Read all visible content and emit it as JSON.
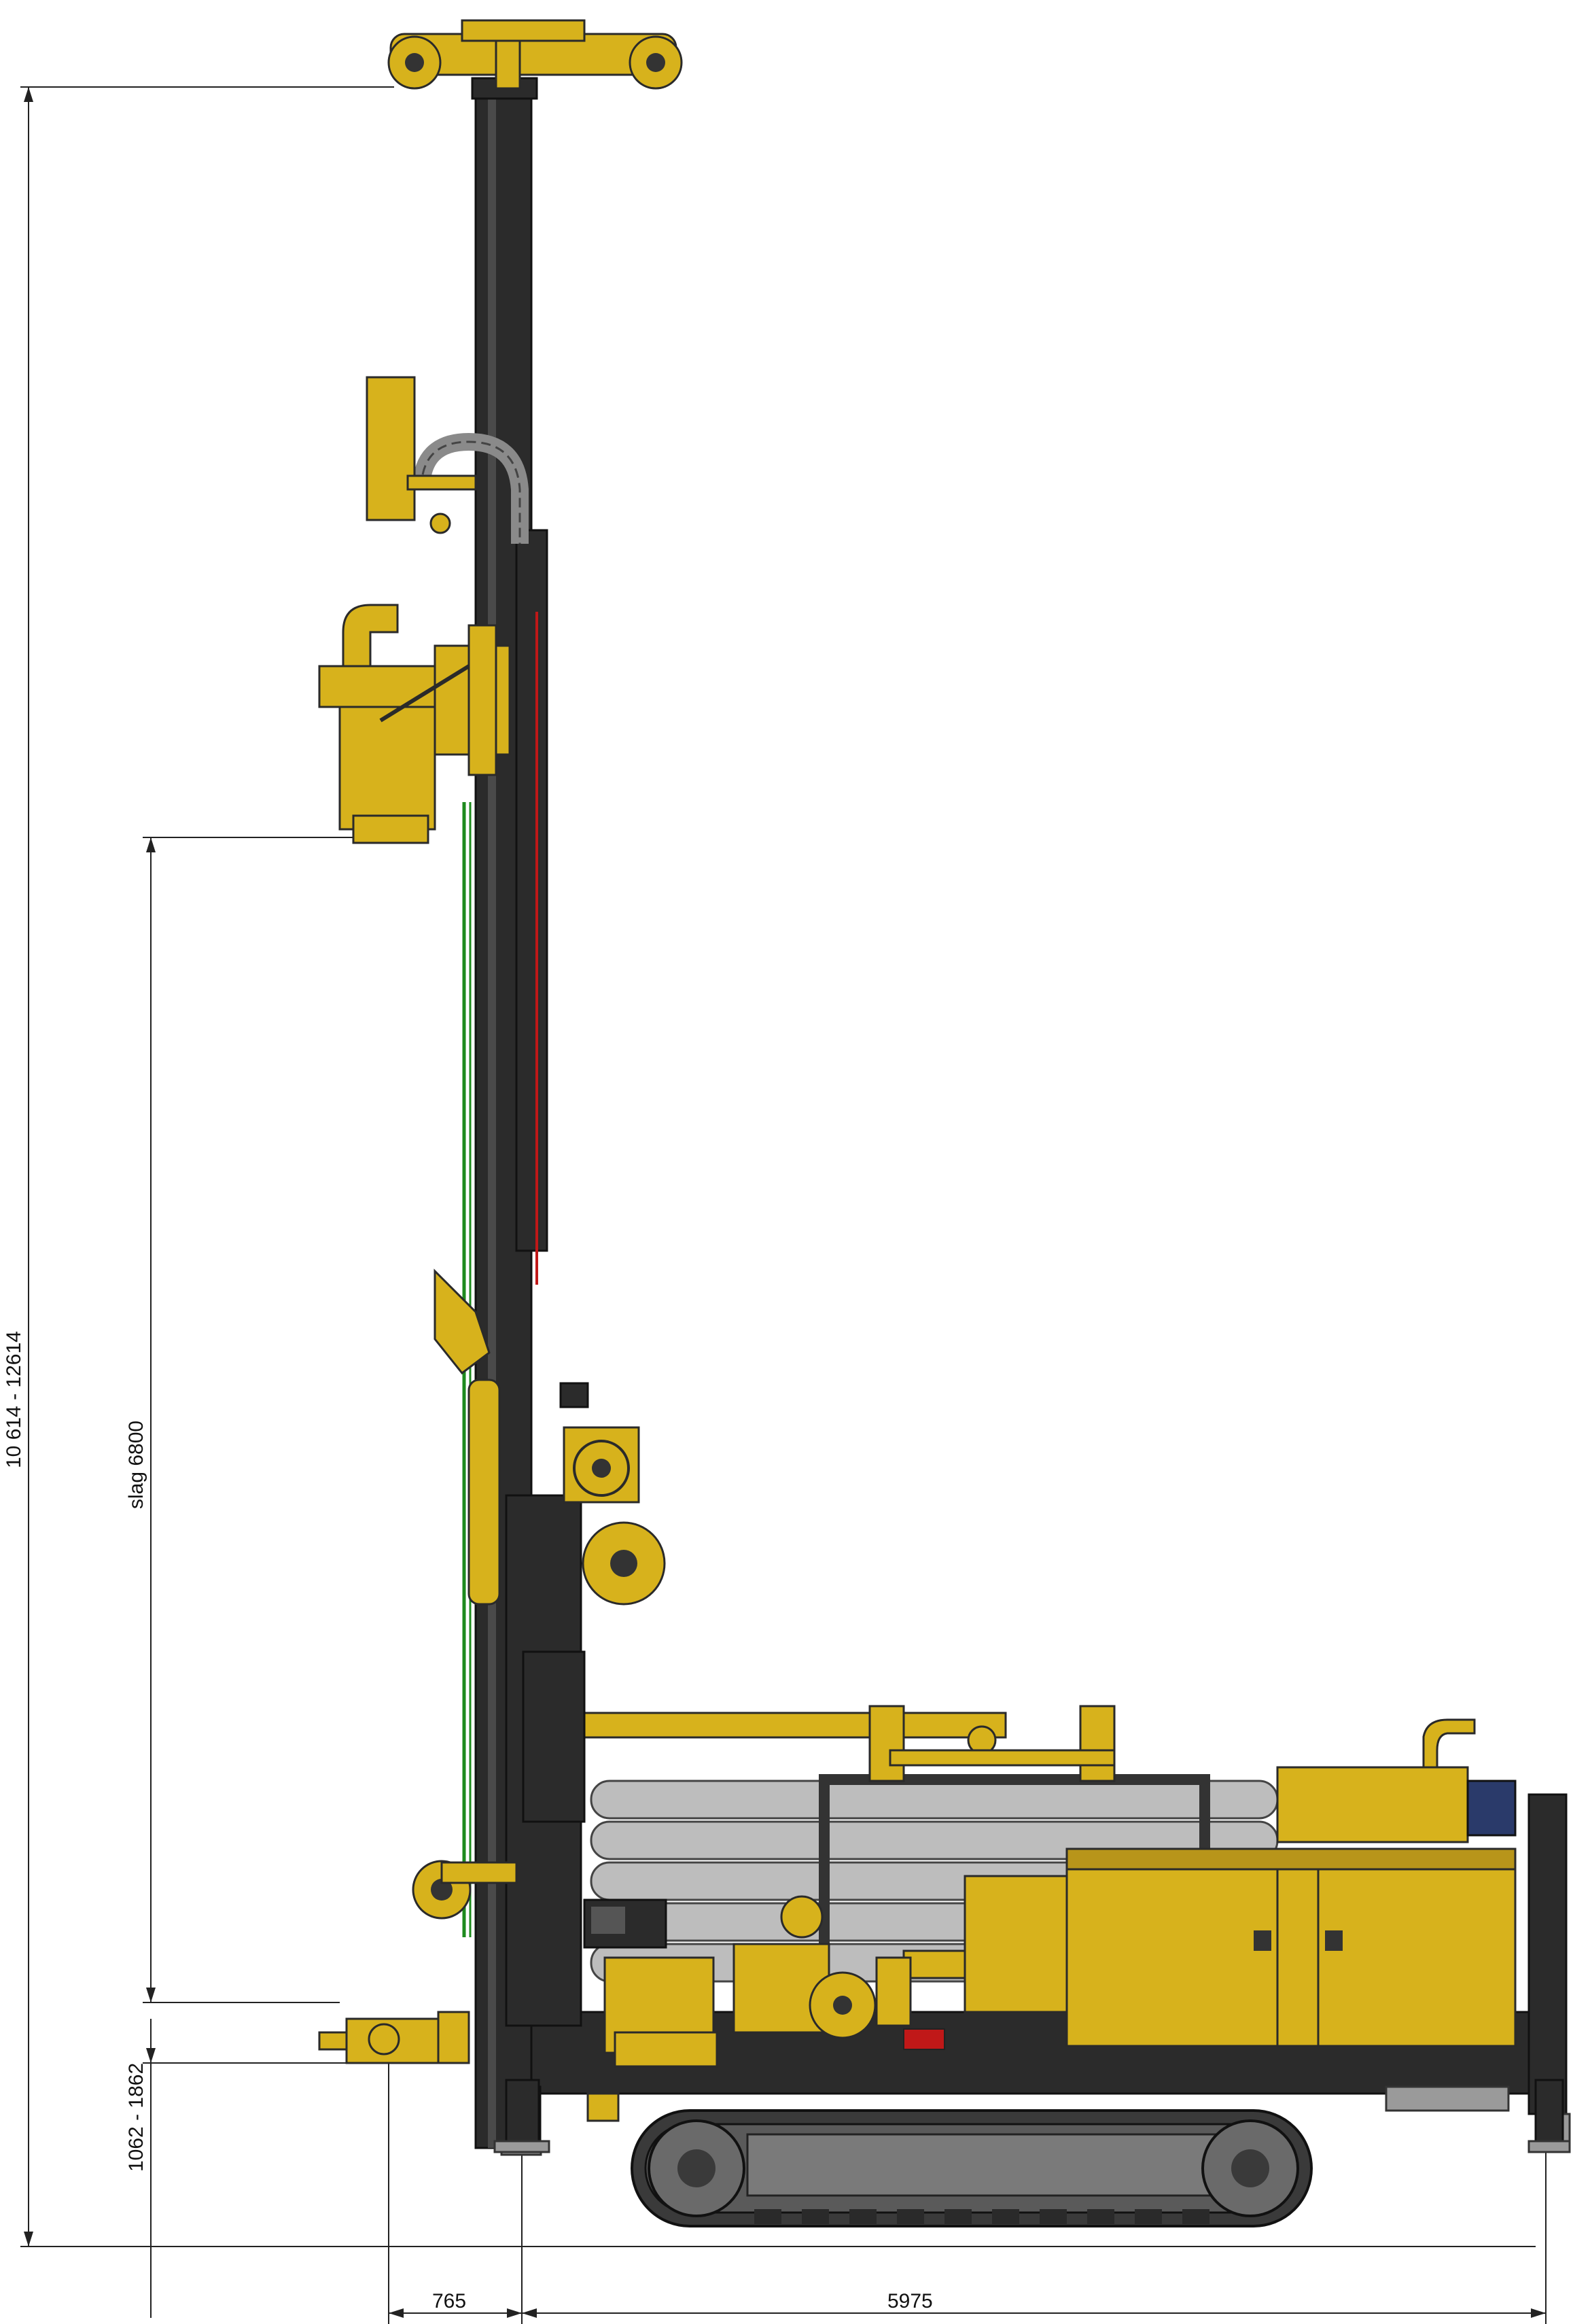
{
  "dimensions": {
    "total_height": "10 614 - 12614",
    "stroke": "slag 6800",
    "ground_clearance": "1062 - 1862",
    "overhang": "765",
    "track_length": "5975"
  },
  "colors": {
    "machine_yellow": "#d7b21c",
    "mast_dark": "#2b2b2b",
    "hose_green": "#1e8a1e",
    "hose_red": "#c01818"
  }
}
